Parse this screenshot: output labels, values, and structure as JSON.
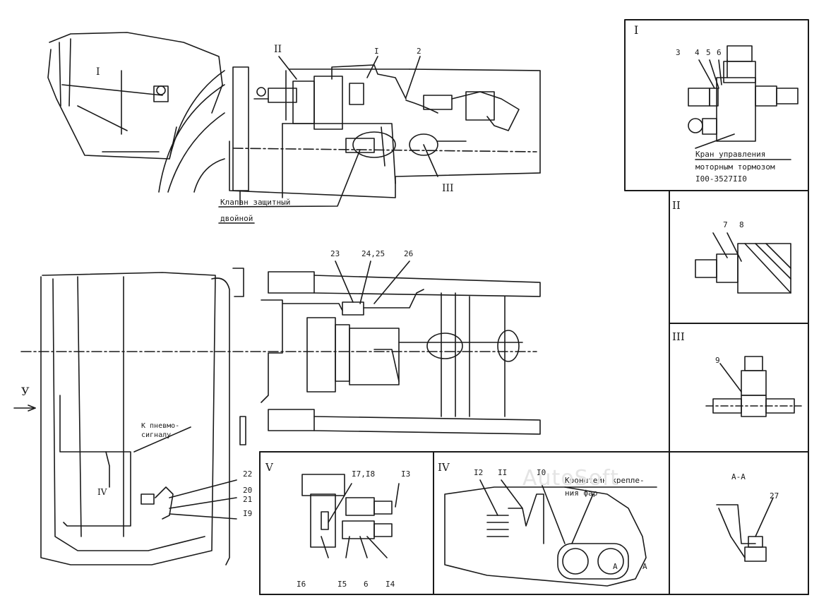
{
  "views": {
    "top": {
      "roman_I": "I",
      "roman_II": "II",
      "roman_III": "III",
      "callout_1": "I",
      "callout_2": "2",
      "valve_caption_line1": "Клапан защитный",
      "valve_caption_line2": "двойной"
    },
    "bottom": {
      "arrow_label": "У",
      "callout_23": "23",
      "callout_2425": "24,25",
      "callout_26": "26",
      "signal_line1": "К пневмо-",
      "signal_line2": "сигналу",
      "roman_IV": "IV",
      "callout_22": "22",
      "callout_2021": "20",
      "callout_21": "21",
      "callout_19": "I9"
    }
  },
  "detail_I": {
    "title": "I",
    "callouts": [
      "3",
      "4",
      "5",
      "6"
    ],
    "caption_line1": "Кран управления",
    "caption_line2": "моторным тормозом",
    "caption_line3": "I00-3527II0"
  },
  "detail_II": {
    "title": "II",
    "callouts": [
      "7",
      "8"
    ]
  },
  "detail_III": {
    "title": "III",
    "callouts": [
      "9"
    ]
  },
  "detail_V": {
    "title": "V",
    "callouts": [
      "I7,I8",
      "I3",
      "I6",
      "I5",
      "6",
      "I4"
    ]
  },
  "detail_IV": {
    "title": "IV",
    "callouts": [
      "I2",
      "II",
      "I0"
    ],
    "caption_line1": "Кронштейн крепле-",
    "caption_line2": "ния фар",
    "mark_a1": "A",
    "mark_a2": "A"
  },
  "section_AA": {
    "title": "A-A",
    "callouts": [
      "27"
    ]
  },
  "watermark": "AutoSoft"
}
